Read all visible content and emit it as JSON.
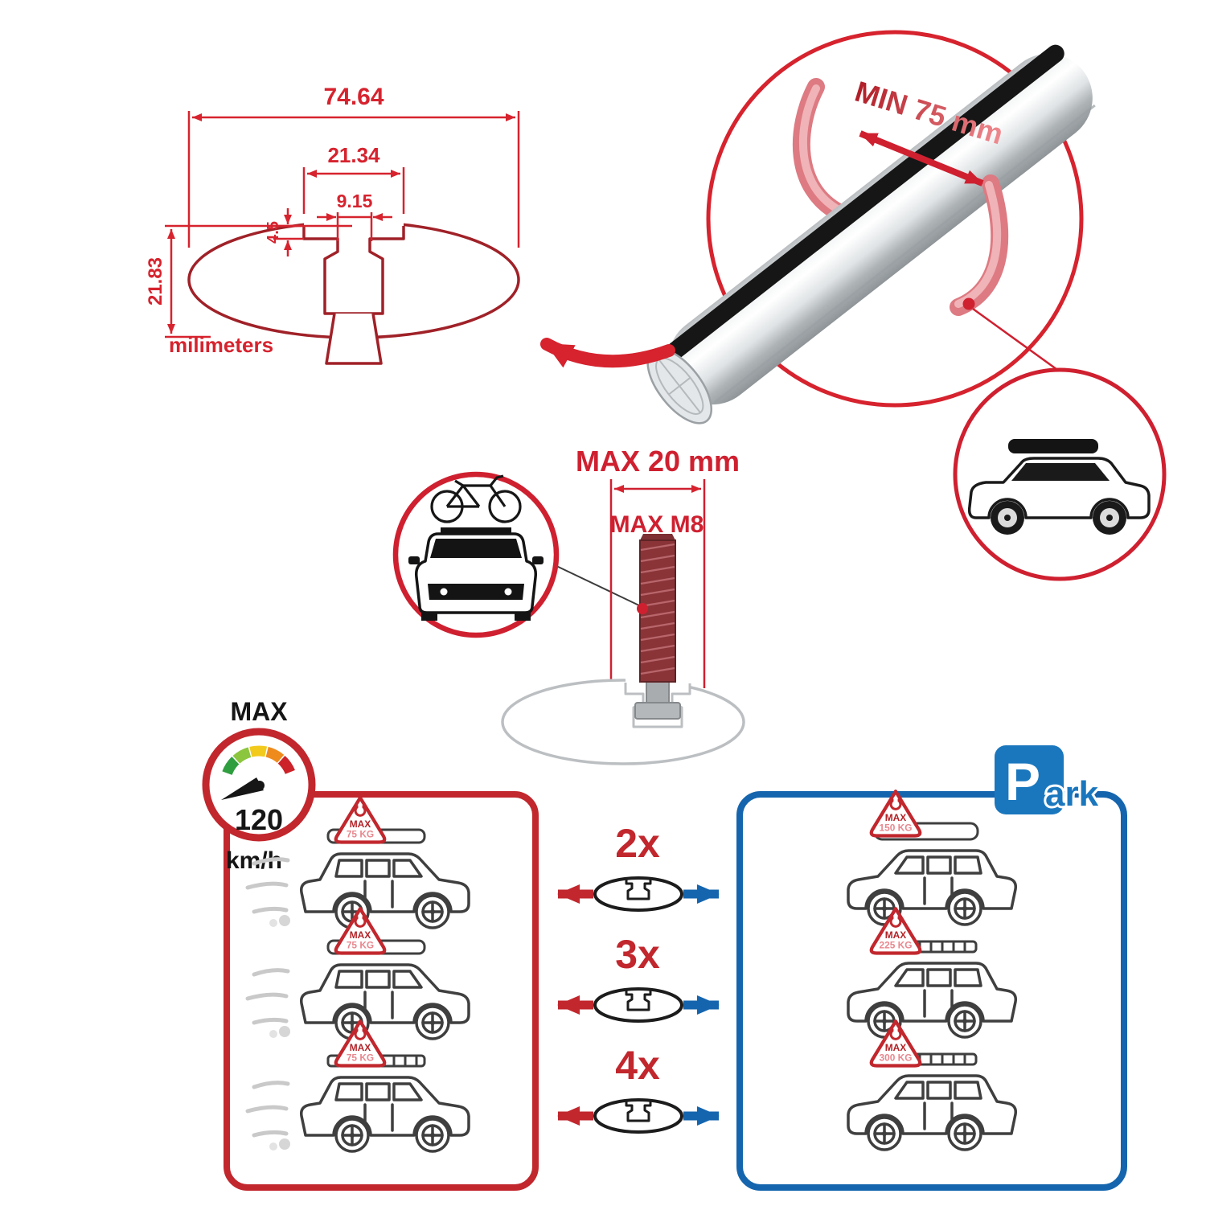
{
  "cross_section": {
    "dim_total_width": "74.64",
    "dim_channel_outer": "21.34",
    "dim_channel_inner": "9.15",
    "dim_lip_depth": "4.5",
    "dim_total_height": "21.83",
    "units_label": "milimeters"
  },
  "bar_detail": {
    "min_span_label": "MIN 75 mm"
  },
  "bolt": {
    "max_length_label": "MAX 20 mm",
    "thread_label": "MAX M8"
  },
  "speed": {
    "max_label": "MAX",
    "value": "120",
    "units": "km/h"
  },
  "park": {
    "letter": "P",
    "rest": "ark"
  },
  "rows": [
    {
      "multiplier": "2x",
      "drive_max": "MAX",
      "drive_load": "75 KG",
      "park_max": "MAX",
      "park_load": "150 KG"
    },
    {
      "multiplier": "3x",
      "drive_max": "MAX",
      "drive_load": "75 KG",
      "park_max": "MAX",
      "park_load": "225 KG"
    },
    {
      "multiplier": "4x",
      "drive_max": "MAX",
      "drive_load": "75 KG",
      "park_max": "MAX",
      "park_load": "300 KG"
    }
  ],
  "colors": {
    "red": "#d6232e",
    "dark_red": "#a02128",
    "blue": "#1565ae",
    "park_blue": "#1a77be",
    "pink": "#e8888f",
    "gray": "#bcbfc2",
    "black": "#1a1a1a"
  }
}
